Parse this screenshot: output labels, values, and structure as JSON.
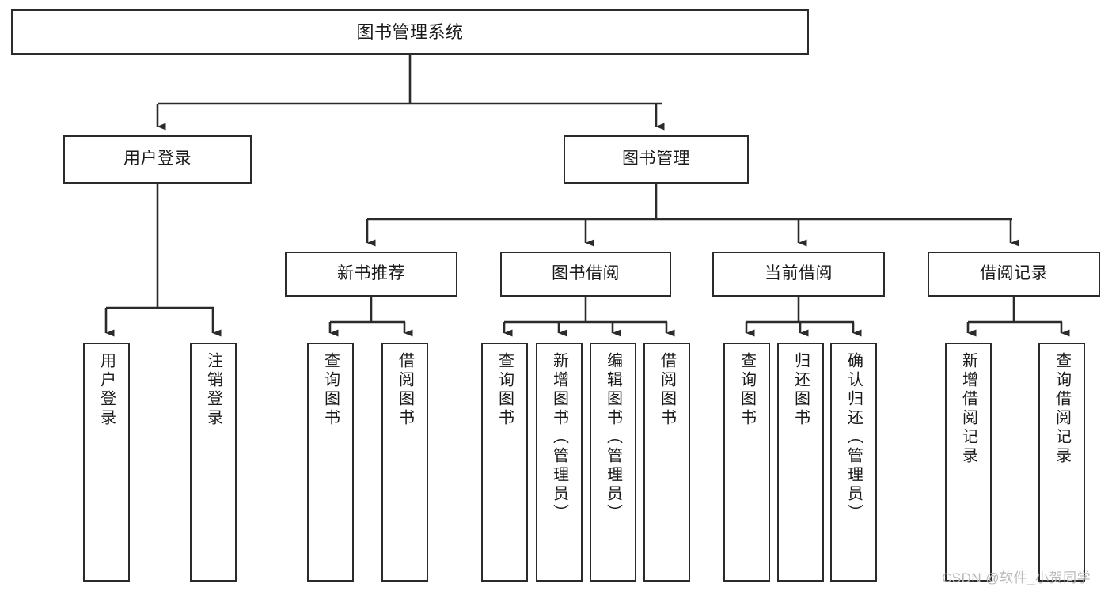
{
  "diagram": {
    "type": "tree-hierarchy",
    "title": "图书管理系统",
    "watermark": "CSDN @软件_小贺同学",
    "colors": {
      "box_border": "#2b2b2b",
      "box_fill": "#ffffff",
      "edge": "#2b2b2b",
      "text": "#1a1a1a",
      "watermark": "#b9b9b9",
      "background": "#ffffff"
    },
    "levels": {
      "level1_label": "图书管理系统",
      "level2_labels": [
        "用户登录",
        "图书管理"
      ],
      "level3_labels": [
        "新书推荐",
        "图书借阅",
        "当前借阅",
        "借阅记录"
      ]
    },
    "nodes": {
      "root": {
        "label": "图书管理系统"
      },
      "user_login": {
        "label": "用户登录"
      },
      "book_mgmt": {
        "label": "图书管理"
      },
      "new_book_rec": {
        "label": "新书推荐"
      },
      "book_borrow": {
        "label": "图书借阅"
      },
      "current_borrow": {
        "label": "当前借阅"
      },
      "borrow_record": {
        "label": "借阅记录"
      }
    },
    "leaves": {
      "user_login": [
        {
          "label": "用户登录"
        },
        {
          "label": "注销登录"
        }
      ],
      "new_book_rec": [
        {
          "label": "查询图书"
        },
        {
          "label": "借阅图书"
        }
      ],
      "book_borrow": [
        {
          "label": "查询图书"
        },
        {
          "label": "新增图书（管理员）"
        },
        {
          "label": "编辑图书（管理员）"
        },
        {
          "label": "借阅图书"
        }
      ],
      "current_borrow": [
        {
          "label": "查询图书"
        },
        {
          "label": "归还图书"
        },
        {
          "label": "确认归还（管理员）"
        }
      ],
      "borrow_record": [
        {
          "label": "新增借阅记录"
        },
        {
          "label": "查询借阅记录"
        }
      ]
    }
  }
}
